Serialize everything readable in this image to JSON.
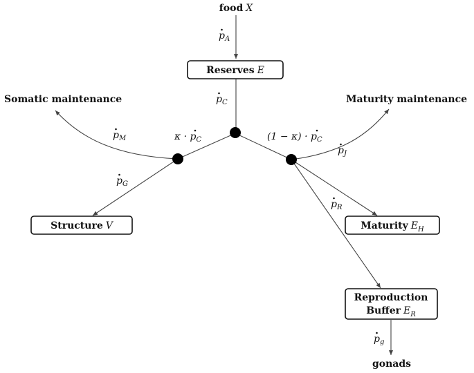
{
  "title": "",
  "nodes": {
    "food": {
      "label": "food",
      "var": "X"
    },
    "reserves": {
      "label": "Reserves",
      "var": "E"
    },
    "structure": {
      "label": "Structure",
      "var": "V"
    },
    "maturity": {
      "label": "Maturity",
      "var": "E",
      "sub": "H"
    },
    "reproduction": {
      "label_line1": "Reproduction",
      "label_line2": "Buffer",
      "var": "E",
      "sub": "R"
    },
    "gonads": {
      "label": "gonads"
    },
    "somatic": {
      "label": "Somatic maintenance"
    },
    "maturity_maint": {
      "label": "Maturity maintenance"
    }
  },
  "fluxes": {
    "pA": {
      "sym": "p",
      "sub": "A"
    },
    "pC": {
      "sym": "p",
      "sub": "C"
    },
    "pM": {
      "sym": "p",
      "sub": "M"
    },
    "pG": {
      "sym": "p",
      "sub": "G"
    },
    "pJ": {
      "sym": "p",
      "sub": "J"
    },
    "pR": {
      "sym": "p",
      "sub": "R"
    },
    "pg": {
      "sym": "p",
      "sub": "g"
    },
    "kappa_pC": {
      "prefix": "κ · ",
      "sym": "p",
      "sub": "C"
    },
    "one_minus_kappa_pC": {
      "prefix": "(1 − κ) · ",
      "sym": "p",
      "sub": "C"
    }
  },
  "colors": {
    "edge": "#444444",
    "node": "#000000",
    "box_stroke": "#111111",
    "background": "#ffffff"
  }
}
